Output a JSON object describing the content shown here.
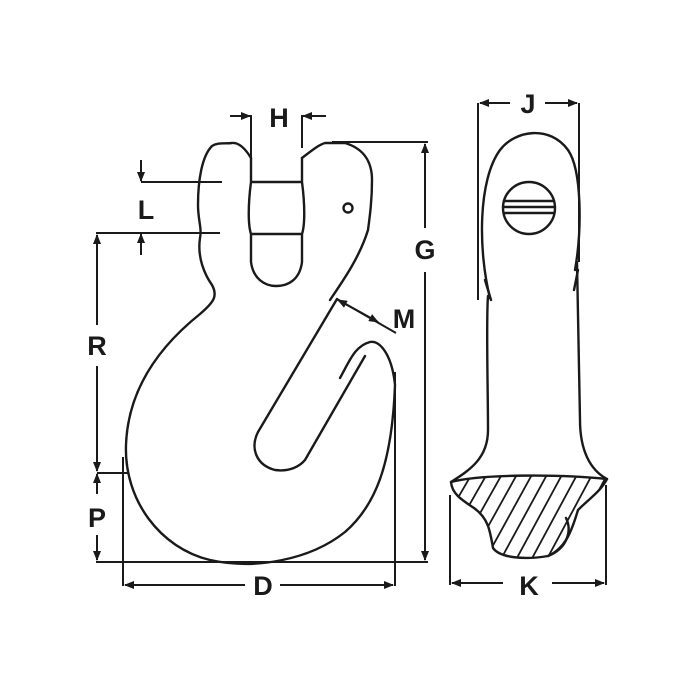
{
  "diagram": {
    "subject": "Clevis grab hook dimension drawing",
    "views": [
      "front-view",
      "side-view"
    ],
    "labels": {
      "H": "H",
      "L": "L",
      "G": "G",
      "R": "R",
      "M": "M",
      "P": "P",
      "D": "D",
      "J": "J",
      "K": "K"
    },
    "colors": {
      "stroke": "#1a1a1a",
      "background": "#ffffff"
    }
  }
}
